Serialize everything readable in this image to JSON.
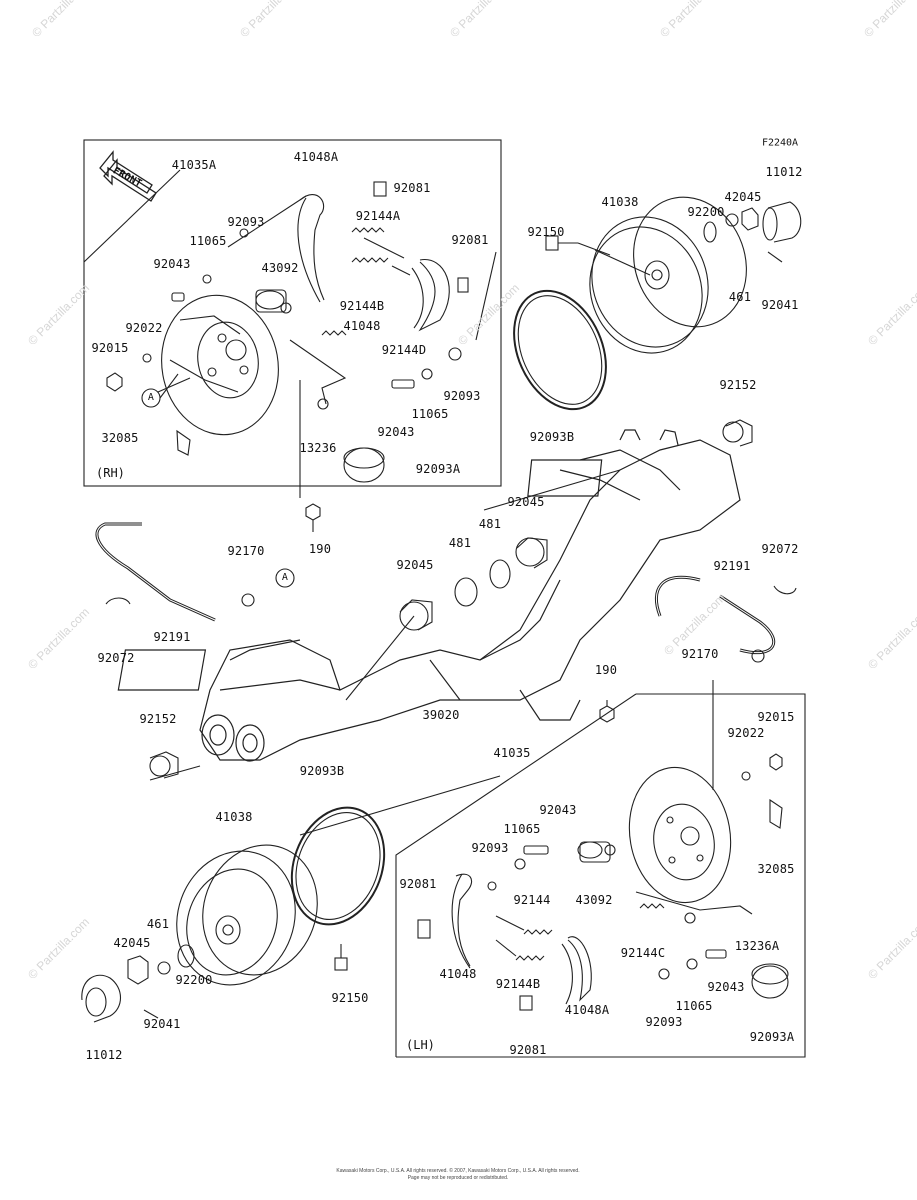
{
  "diagram": {
    "code": "F2240A",
    "front_label": "FRONT",
    "rh_label": "(RH)",
    "lh_label": "(LH)",
    "watermark": "© Partzilla.com",
    "footer_line1": "Kawasaki Motors Corp., U.S.A. All rights reserved. © 2007, Kawasaki Motors Corp., U.S.A. All rights reserved.",
    "footer_line2": "Page may not be reproduced or redistributed."
  },
  "part_labels": [
    {
      "id": "41035A",
      "text": "41035A"
    },
    {
      "id": "41048A_rh",
      "text": "41048A"
    },
    {
      "id": "92081_rh_top",
      "text": "92081"
    },
    {
      "id": "92093_rh_top",
      "text": "92093"
    },
    {
      "id": "11065_rh_top",
      "text": "11065"
    },
    {
      "id": "92043_rh_top",
      "text": "92043"
    },
    {
      "id": "43092_rh",
      "text": "43092"
    },
    {
      "id": "92144A",
      "text": "92144A"
    },
    {
      "id": "92081_rh_mid",
      "text": "92081"
    },
    {
      "id": "92144B_rh",
      "text": "92144B"
    },
    {
      "id": "41048_rh",
      "text": "41048"
    },
    {
      "id": "92144D",
      "text": "92144D"
    },
    {
      "id": "92022_rh",
      "text": "92022"
    },
    {
      "id": "92015_rh",
      "text": "92015"
    },
    {
      "id": "92093_rh_low",
      "text": "92093"
    },
    {
      "id": "11065_rh_low",
      "text": "11065"
    },
    {
      "id": "92043_rh_low",
      "text": "92043"
    },
    {
      "id": "13236",
      "text": "13236"
    },
    {
      "id": "32085_rh",
      "text": "32085"
    },
    {
      "id": "92093A_rh",
      "text": "92093A"
    },
    {
      "id": "11012_rh",
      "text": "11012"
    },
    {
      "id": "42045_rh",
      "text": "42045"
    },
    {
      "id": "41038_rh",
      "text": "41038"
    },
    {
      "id": "92200_rh",
      "text": "92200"
    },
    {
      "id": "92150_rh",
      "text": "92150"
    },
    {
      "id": "461_rh",
      "text": "461"
    },
    {
      "id": "92041_rh",
      "text": "92041"
    },
    {
      "id": "92093B_rh",
      "text": "92093B"
    },
    {
      "id": "92152_rh",
      "text": "92152"
    },
    {
      "id": "190_top",
      "text": "190"
    },
    {
      "id": "92045_right",
      "text": "92045"
    },
    {
      "id": "481_right",
      "text": "481"
    },
    {
      "id": "481_left",
      "text": "481"
    },
    {
      "id": "92045_left",
      "text": "92045"
    },
    {
      "id": "92170_left",
      "text": "92170"
    },
    {
      "id": "92191_left",
      "text": "92191"
    },
    {
      "id": "92072_left",
      "text": "92072"
    },
    {
      "id": "92191_right",
      "text": "92191"
    },
    {
      "id": "92072_right",
      "text": "92072"
    },
    {
      "id": "92170_right",
      "text": "92170"
    },
    {
      "id": "190_mid",
      "text": "190"
    },
    {
      "id": "92152_lh",
      "text": "92152"
    },
    {
      "id": "39020",
      "text": "39020"
    },
    {
      "id": "41035",
      "text": "41035"
    },
    {
      "id": "92093B_lh",
      "text": "92093B"
    },
    {
      "id": "41038_lh",
      "text": "41038"
    },
    {
      "id": "92015_lh",
      "text": "92015"
    },
    {
      "id": "92022_lh",
      "text": "92022"
    },
    {
      "id": "92043_lh_top",
      "text": "92043"
    },
    {
      "id": "11065_lh_top",
      "text": "11065"
    },
    {
      "id": "92093_lh_top",
      "text": "92093"
    },
    {
      "id": "92081_lh_left",
      "text": "92081"
    },
    {
      "id": "92144",
      "text": "92144"
    },
    {
      "id": "43092_lh",
      "text": "43092"
    },
    {
      "id": "32085_lh",
      "text": "32085"
    },
    {
      "id": "92144C",
      "text": "92144C"
    },
    {
      "id": "13236A",
      "text": "13236A"
    },
    {
      "id": "41048_lh",
      "text": "41048"
    },
    {
      "id": "92144B_lh",
      "text": "92144B"
    },
    {
      "id": "92043_lh_low",
      "text": "92043"
    },
    {
      "id": "11065_lh_low",
      "text": "11065"
    },
    {
      "id": "92093_lh_low",
      "text": "92093"
    },
    {
      "id": "41048A_lh",
      "text": "41048A"
    },
    {
      "id": "92081_lh_bottom",
      "text": "92081"
    },
    {
      "id": "92093A_lh",
      "text": "92093A"
    },
    {
      "id": "461_lh",
      "text": "461"
    },
    {
      "id": "42045_lh",
      "text": "42045"
    },
    {
      "id": "92200_lh",
      "text": "92200"
    },
    {
      "id": "92150_lh",
      "text": "92150"
    },
    {
      "id": "11012_lh",
      "text": "11012"
    },
    {
      "id": "92041_lh",
      "text": "92041"
    }
  ],
  "callouts": [
    {
      "id": "A_rh",
      "text": "A"
    },
    {
      "id": "A_mid",
      "text": "A"
    }
  ]
}
